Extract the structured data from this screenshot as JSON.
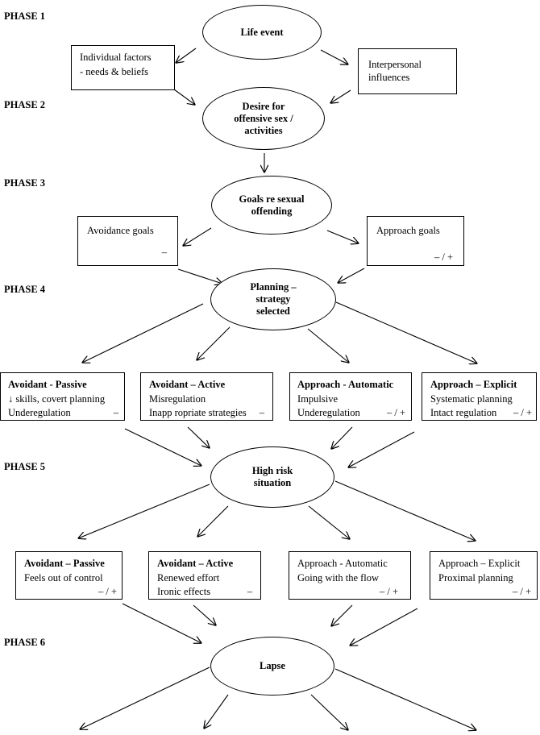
{
  "phases": [
    "PHASE 1",
    "PHASE 2",
    "PHASE 3",
    "PHASE 4",
    "PHASE 5",
    "PHASE 6"
  ],
  "nodes": {
    "life_event": "Life event",
    "desire": [
      "Desire for",
      "offensive sex /",
      "activities"
    ],
    "goals": [
      "Goals re sexual",
      "offending"
    ],
    "planning": [
      "Planning –",
      "strategy",
      "selected"
    ],
    "high_risk": [
      "High risk",
      "situation"
    ],
    "lapse": "Lapse"
  },
  "phase1_boxes": {
    "individual": [
      "Individual factors",
      "- needs & beliefs"
    ],
    "interpersonal": [
      "Interpersonal",
      "influences"
    ]
  },
  "phase3_boxes": {
    "avoidance": {
      "label": "Avoidance goals",
      "sign": "–"
    },
    "approach": {
      "label": "Approach goals",
      "sign": "– / +"
    }
  },
  "phase4_boxes": [
    {
      "title": "Avoidant - Passive",
      "line1": "↓ skills, covert planning",
      "line2": "Underegulation",
      "sign": "–"
    },
    {
      "title": "Avoidant – Active",
      "line1": "Misregulation",
      "line2": "Inapp ropriate strategies",
      "sign": "–"
    },
    {
      "title": "Approach - Automatic",
      "line1": "Impulsive",
      "line2": "Underegulation",
      "sign": "– / +"
    },
    {
      "title": "Approach – Explicit",
      "line1": "Systematic planning",
      "line2": "Intact regulation",
      "sign": "– / +"
    }
  ],
  "phase5_boxes": [
    {
      "title": "Avoidant – Passive",
      "line1": "Feels out of control",
      "sign": "– / +"
    },
    {
      "title": "Avoidant – Active",
      "line1": "Renewed effort",
      "line2": "Ironic effects",
      "sign": "–"
    },
    {
      "title": "Approach - Automatic",
      "line1": "Going with the flow",
      "sign": "– / +"
    },
    {
      "title": "Approach – Explicit",
      "line1": "Proximal planning",
      "sign": "– / +"
    }
  ]
}
